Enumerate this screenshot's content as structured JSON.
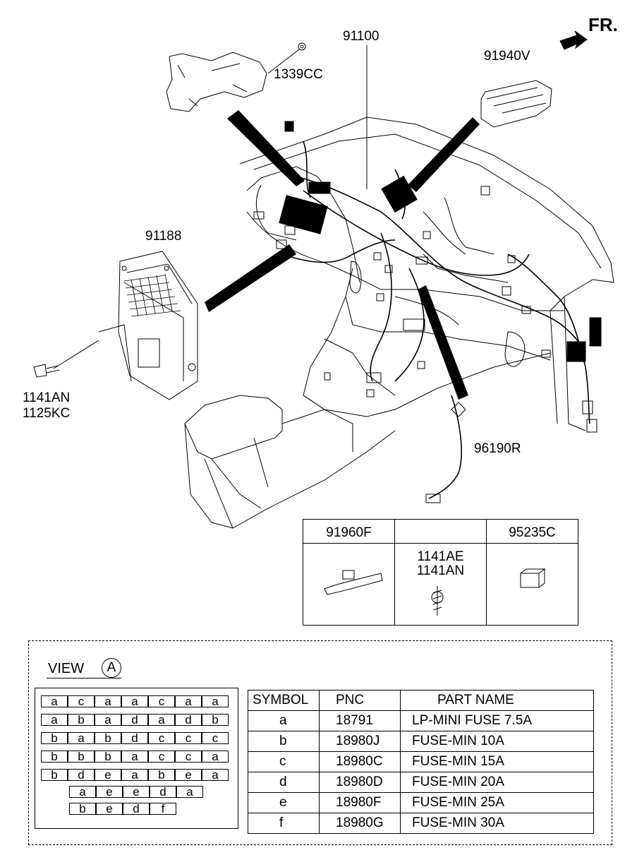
{
  "orientation": "FR.",
  "part_labels": {
    "main_harness": "91100",
    "bracket": "1339CC",
    "module": "91940V",
    "junction_box": "91188",
    "bolt_1": "1141AN",
    "bolt_2": "1125KC",
    "sensor": "96190R"
  },
  "parts_table": {
    "col1_header": "91960F",
    "col2_header": "",
    "col3_header": "95235C",
    "col2_body_line1": "1141AE",
    "col2_body_line2": "1141AN"
  },
  "view": {
    "title": "VIEW",
    "marker": "A",
    "fuse_rows": [
      [
        "a",
        "c",
        "a",
        "a",
        "c",
        "a",
        "a"
      ],
      [
        "a",
        "b",
        "a",
        "d",
        "a",
        "d",
        "b"
      ],
      [
        "b",
        "a",
        "b",
        "d",
        "c",
        "c",
        "c"
      ],
      [
        "b",
        "b",
        "b",
        "a",
        "c",
        "c",
        "a"
      ],
      [
        "b",
        "d",
        "e",
        "a",
        "b",
        "e",
        "a"
      ],
      [
        "a",
        "e",
        "e",
        "d",
        "a"
      ],
      [
        "b",
        "e",
        "d",
        "f"
      ]
    ]
  },
  "symbol_table": {
    "headers": [
      "SYMBOL",
      "PNC",
      "PART NAME"
    ],
    "rows": [
      {
        "symbol": "a",
        "pnc": "18791",
        "name": "LP-MINI FUSE 7.5A"
      },
      {
        "symbol": "b",
        "pnc": "18980J",
        "name": "FUSE-MIN 10A"
      },
      {
        "symbol": "c",
        "pnc": "18980C",
        "name": "FUSE-MIN 15A"
      },
      {
        "symbol": "d",
        "pnc": "18980D",
        "name": "FUSE-MIN 20A"
      },
      {
        "symbol": "e",
        "pnc": "18980F",
        "name": "FUSE-MIN 25A"
      },
      {
        "symbol": "f",
        "pnc": "18980G",
        "name": "FUSE-MIN 30A"
      }
    ]
  }
}
